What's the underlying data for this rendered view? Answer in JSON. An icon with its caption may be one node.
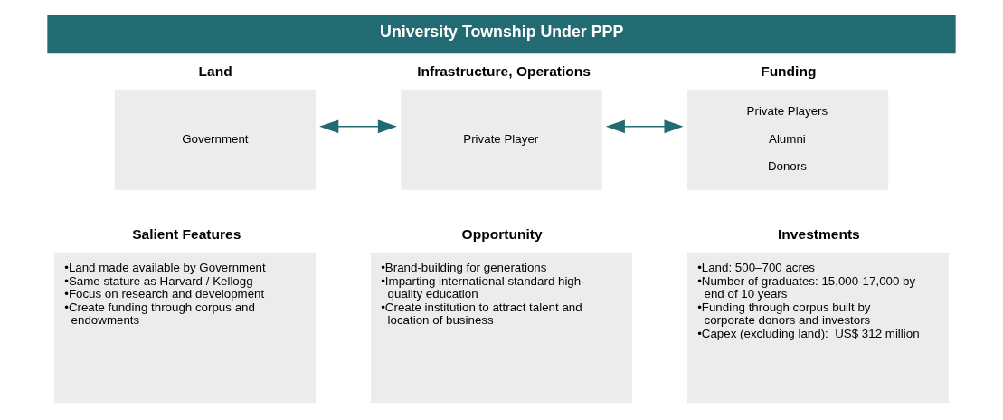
{
  "diagram": {
    "title": "University Township Under PPP",
    "nodes": [
      {
        "text": [
          "Land",
          "Government"
        ]
      },
      {
        "text": [
          "Infrastructure, Operations",
          "Private Player"
        ]
      },
      {
        "text": [
          "Funding",
          "Private Players",
          "Alumni",
          "Donors"
        ]
      },
      {
        "text": [
          "Salient Features",
          "•Land made available by Government",
          "•Same stature as Harvard / Kellogg",
          "•Focus on research and development",
          "•Create funding through corpus and endowments"
        ]
      },
      {
        "text": [
          "Opportunity",
          "•Brand-building for generations",
          "•Imparting international standard high-quality education",
          "•Create institution to attract talent and location of business"
        ]
      },
      {
        "text": [
          "Investments",
          "•Land: 500–700 acres",
          "•Number of graduates: 15,000-17,000 by end of 10 years",
          "•Funding through corpus built by corporate donors and investors",
          "•Capex (excluding land):  US$ 312 million"
        ]
      }
    ],
    "edges": [
      {
        "from": 0,
        "to": 1,
        "arrow": "both"
      },
      {
        "from": 1,
        "to": 2,
        "arrow": "both"
      }
    ]
  }
}
